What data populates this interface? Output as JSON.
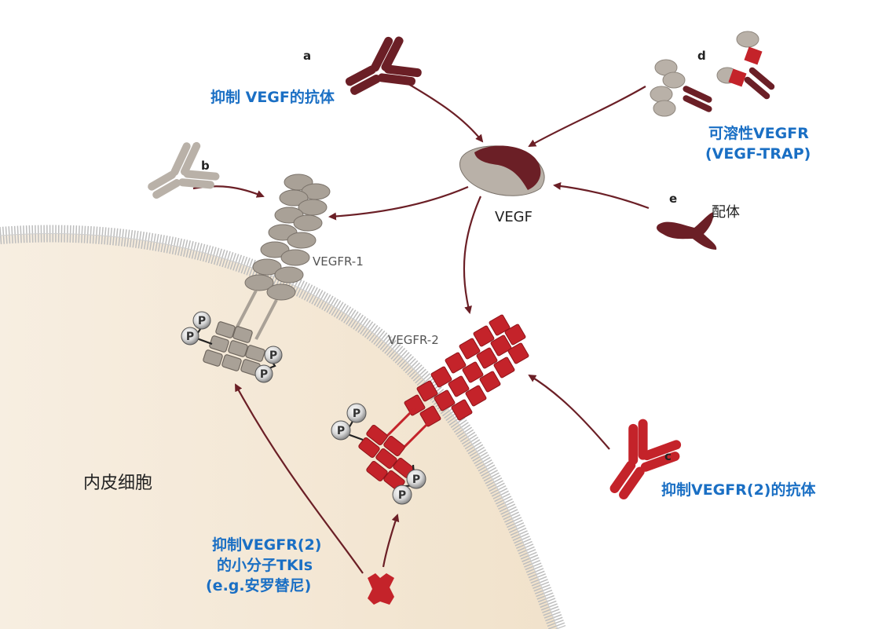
{
  "labels": {
    "a_letter": "a",
    "a_text": "抑制 VEGF的抗体",
    "b_letter": "b",
    "c_letter": "c",
    "c_text": "抑制VEGFR(2)的抗体",
    "d_letter": "d",
    "d_text_1": "可溶性VEGFR",
    "d_text_2": "(VEGF-TRAP)",
    "e_letter": "e",
    "e_text": "配体",
    "vegf": "VEGF",
    "vegfr1": "VEGFR-1",
    "vegfr2": "VEGFR-2",
    "cell": "内皮细胞",
    "tki_1": "抑制VEGFR(2)",
    "tki_2": "的小分子TKIs",
    "tki_3": "(e.g.安罗替尼)",
    "phospho": "P"
  },
  "colors": {
    "antibody_dark": "#6b1f26",
    "antibody_red": "#c4232a",
    "antibody_grey": "#b9b1a8",
    "receptor_grey": "#a9a197",
    "receptor_red": "#c4232a",
    "cytoplasm": "#f4e7d3",
    "membrane": "#bdbdbd",
    "arrow": "#6b1f26",
    "label_blue": "#1a6fc4"
  }
}
